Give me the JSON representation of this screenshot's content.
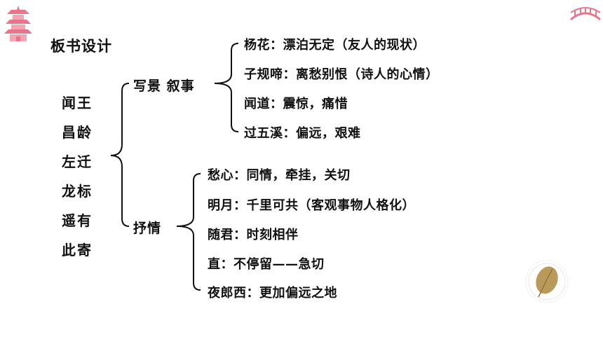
{
  "slide": {
    "title": "板书设计",
    "poem_lines": [
      "闻王",
      "昌龄",
      "左迁",
      "龙标",
      "遥有",
      "此寄"
    ],
    "section1": {
      "label": "写景 叙事",
      "items": [
        "杨花：漂泊无定（友人的现状）",
        "子规啼：离愁别恨（诗人的心情）",
        "闻道：震惊，痛惜",
        "过五溪：偏远，艰难"
      ]
    },
    "section2": {
      "label": "抒情",
      "items": [
        "愁心：同情，牵挂，关切",
        "明月：千里可共（客观事物人格化）",
        "随君：时刻相伴",
        "直：不停留——急切",
        "夜郎西：更加偏远之地"
      ]
    }
  },
  "decor": {
    "accent_color": "#e8758a",
    "icons": [
      "pagoda-icon",
      "bridge-icon",
      "leaf-icon"
    ]
  }
}
